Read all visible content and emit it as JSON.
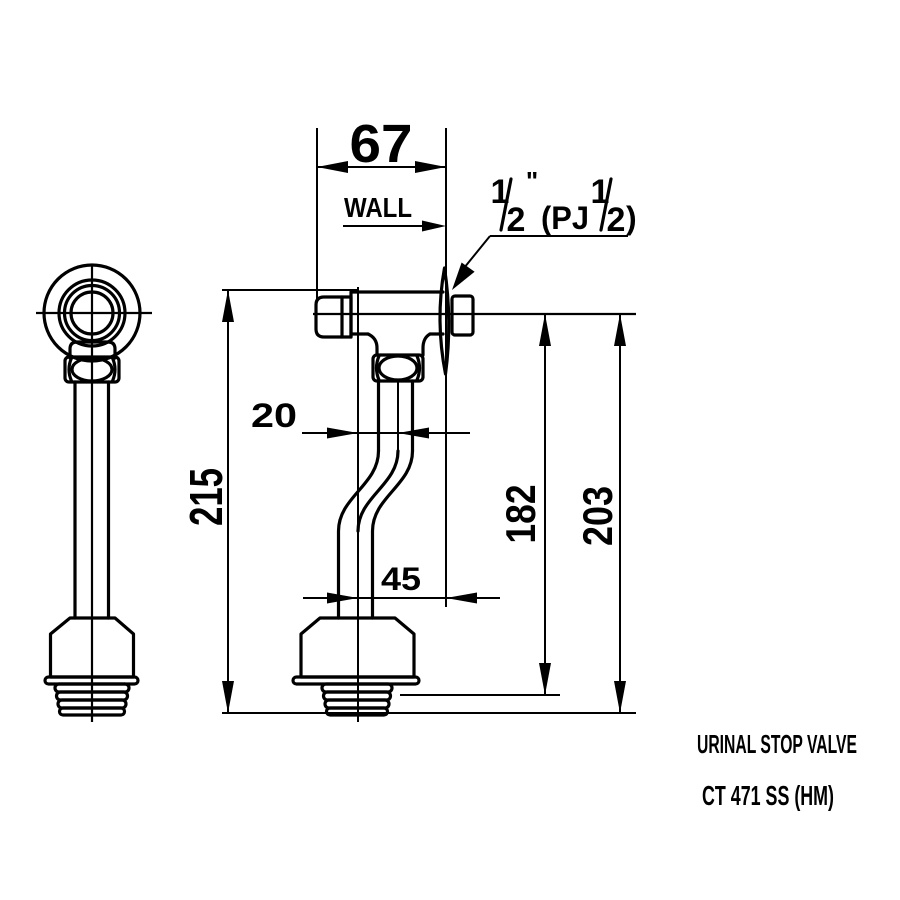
{
  "background": "#ffffff",
  "line_color": "#000000",
  "dimensions": {
    "cap_to_wall_width": "67",
    "wall_label": "WALL",
    "overall_height": "215",
    "inlet_to_outlet_offset": "20",
    "outlet_centerline_to_wall": "45",
    "centerline_to_outlet_thread": "182",
    "centerline_to_outlet_end": "203"
  },
  "connection": {
    "numerator_1": "1",
    "denominator_1": "2",
    "inch_mark": "\"",
    "text_pj": "(PJ",
    "numerator_2": "1",
    "denominator_2": "2",
    "text_close": ")"
  },
  "title": {
    "line1": "URINAL STOP VALVE",
    "line2": "CT 471 SS (HM)"
  }
}
